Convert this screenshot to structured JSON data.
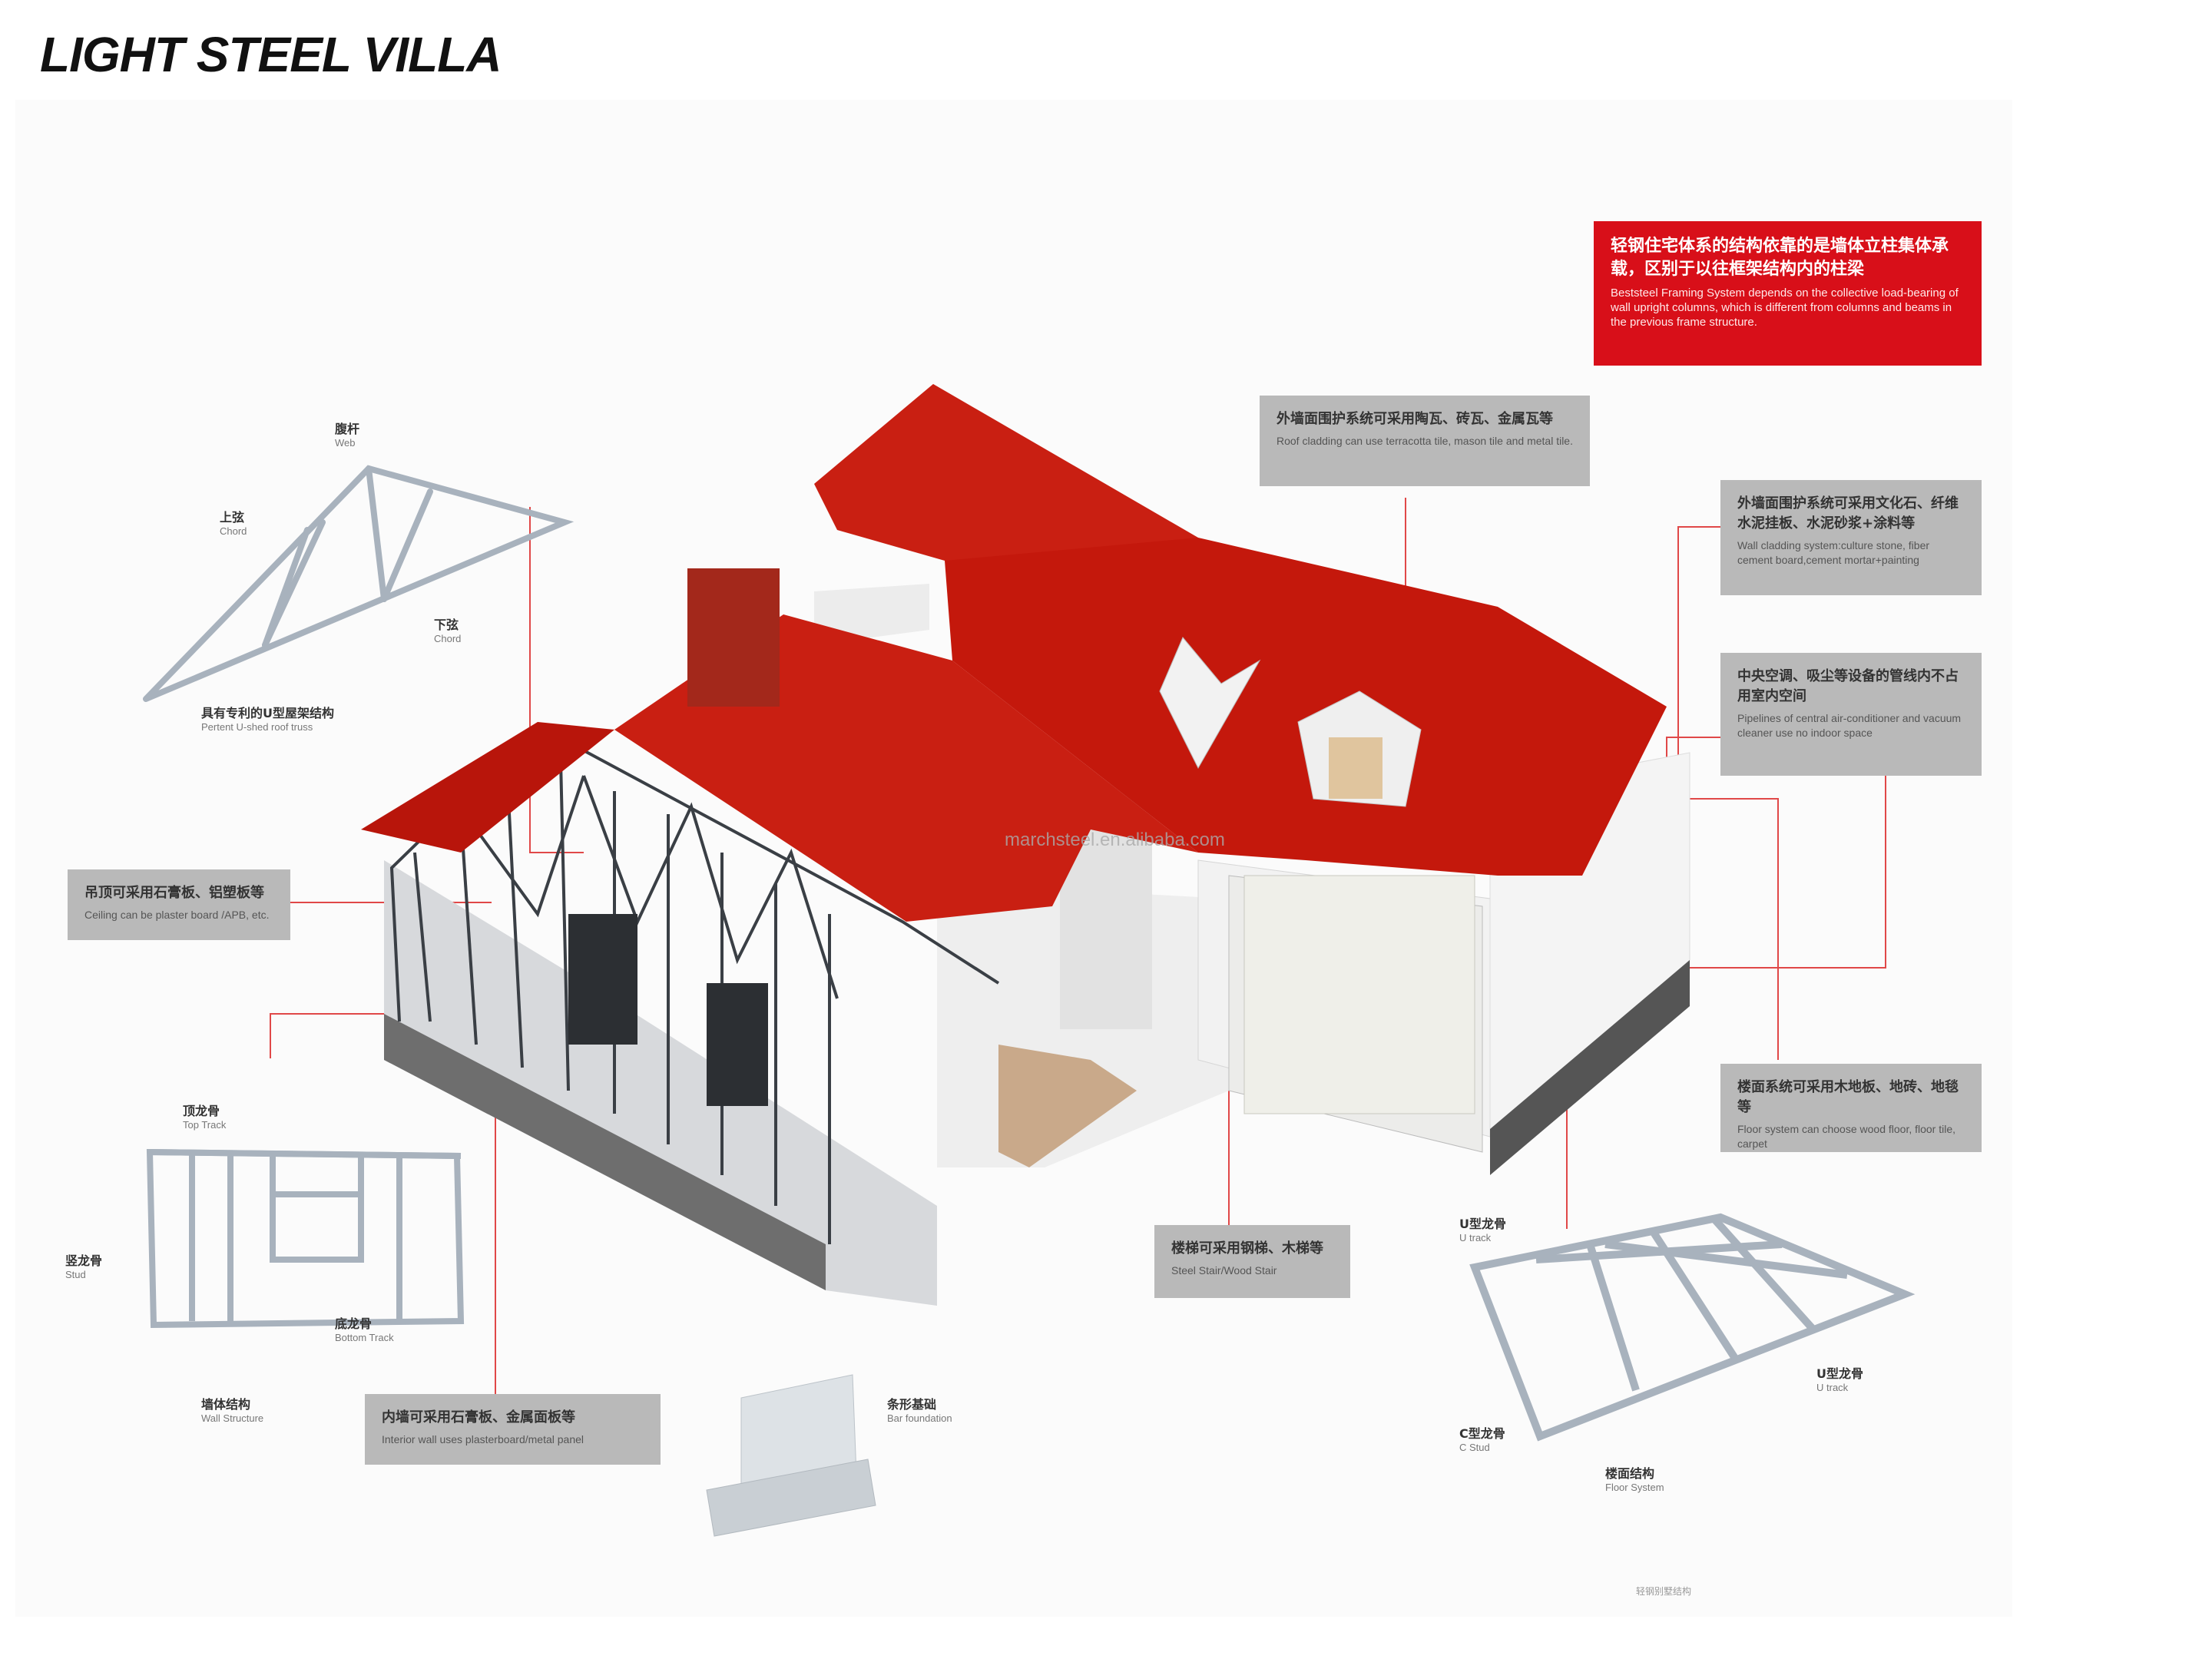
{
  "title": "LIGHT STEEL VILLA",
  "watermark": "marchsteel.en.alibaba.com",
  "colors": {
    "roof": "#c91f12",
    "accent_red": "#d80f19",
    "callout_gray": "#b9b9b9",
    "steel": "#9aa3ad"
  },
  "callouts": {
    "red": {
      "zh": "轻钢住宅体系的结构依靠的是墙体立柱集体承载，区别于以往框架结构内的柱梁",
      "en": "Beststeel Framing System depends on the collective load-bearing of wall upright columns, which is different from columns and beams in the previous frame structure."
    },
    "roof_cladding": {
      "zh": "外墙面围护系统可采用陶瓦、砖瓦、金属瓦等",
      "en": "Roof cladding can use terracotta tile, mason tile and metal tile."
    },
    "wall_cladding": {
      "zh": "外墙面围护系统可采用文化石、纤维水泥挂板、水泥砂浆+涂料等",
      "en": "Wall cladding system:culture stone, fiber cement board,cement mortar+painting"
    },
    "pipes": {
      "zh": "中央空调、吸尘等设备的管线内不占用室内空间",
      "en": "Pipelines of central air-conditioner and vacuum cleaner use no indoor space"
    },
    "floor": {
      "zh": "楼面系统可采用木地板、地砖、地毯等",
      "en": "Floor system can choose wood floor, floor tile, carpet"
    },
    "ceiling": {
      "zh": "吊顶可采用石膏板、铝塑板等",
      "en": "Ceiling can be plaster board /APB, etc."
    },
    "stairs": {
      "zh": "楼梯可采用钢梯、木梯等",
      "en": "Steel Stair/Wood Stair"
    },
    "interior_wall": {
      "zh": "内墙可采用石膏板、金属面板等",
      "en": "Interior wall uses plasterboard/metal panel"
    }
  },
  "labels": {
    "web": {
      "zh": "腹杆",
      "en": "Web"
    },
    "top_chord": {
      "zh": "上弦",
      "en": "Chord"
    },
    "bottom_chord": {
      "zh": "下弦",
      "en": "Chord"
    },
    "truss": {
      "zh": "具有专利的U型屋架结构",
      "en": "Pertent U-shed roof truss"
    },
    "top_track": {
      "zh": "顶龙骨",
      "en": "Top Track"
    },
    "stud": {
      "zh": "竖龙骨",
      "en": "Stud"
    },
    "bottom_track": {
      "zh": "底龙骨",
      "en": "Bottom Track"
    },
    "wall_structure": {
      "zh": "墙体结构",
      "en": "Wall Structure"
    },
    "bar_foundation": {
      "zh": "条形基础",
      "en": "Bar foundation"
    },
    "u_track_top": {
      "zh": "U型龙骨",
      "en": "U track"
    },
    "u_track_right": {
      "zh": "U型龙骨",
      "en": "U track"
    },
    "c_stud": {
      "zh": "C型龙骨",
      "en": "C Stud"
    },
    "floor_system": {
      "zh": "楼面结构",
      "en": "Floor System"
    }
  },
  "footer": "轻钢别墅结构"
}
